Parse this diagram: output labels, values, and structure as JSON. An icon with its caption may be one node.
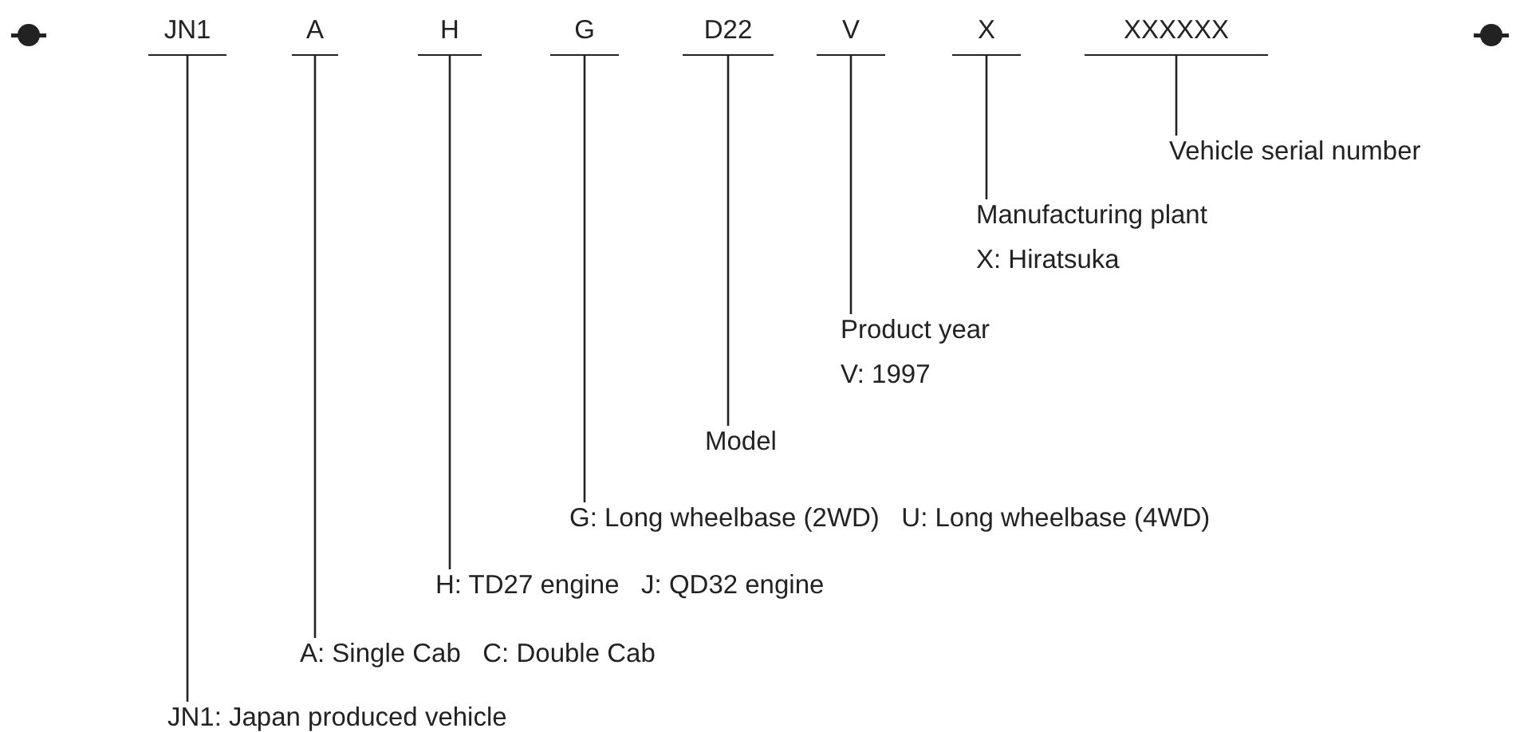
{
  "diagram": {
    "nodes": [
      {
        "text": [
          "JN1"
        ]
      },
      {
        "text": [
          "A"
        ]
      },
      {
        "text": [
          "H"
        ]
      },
      {
        "text": [
          "G"
        ]
      },
      {
        "text": [
          "D22"
        ]
      },
      {
        "text": [
          "V"
        ]
      },
      {
        "text": [
          "X"
        ]
      },
      {
        "text": [
          "XXXXXX"
        ]
      },
      {
        "text": [
          "Vehicle serial number"
        ]
      },
      {
        "text": [
          "Manufacturing plant",
          "X: Hiratsuka"
        ]
      },
      {
        "text": [
          "Product year",
          "V: 1997"
        ]
      },
      {
        "text": [
          "Model"
        ]
      },
      {
        "text": [
          "G: Long wheelbase (2WD)   U: Long wheelbase (4WD)"
        ]
      },
      {
        "text": [
          "H: TD27 engine   J: QD32 engine"
        ]
      },
      {
        "text": [
          "A: Single Cab   C: Double Cab"
        ]
      },
      {
        "text": [
          "JN1: Japan produced vehicle"
        ]
      }
    ],
    "edges": [
      {
        "from": 7,
        "to": 8,
        "arrow": "none"
      },
      {
        "from": 6,
        "to": 9,
        "arrow": "none"
      },
      {
        "from": 5,
        "to": 10,
        "arrow": "none"
      },
      {
        "from": 4,
        "to": 11,
        "arrow": "none"
      },
      {
        "from": 3,
        "to": 12,
        "arrow": "none"
      },
      {
        "from": 2,
        "to": 13,
        "arrow": "none"
      },
      {
        "from": 1,
        "to": 14,
        "arrow": "none"
      },
      {
        "from": 0,
        "to": 15,
        "arrow": "none"
      }
    ]
  }
}
